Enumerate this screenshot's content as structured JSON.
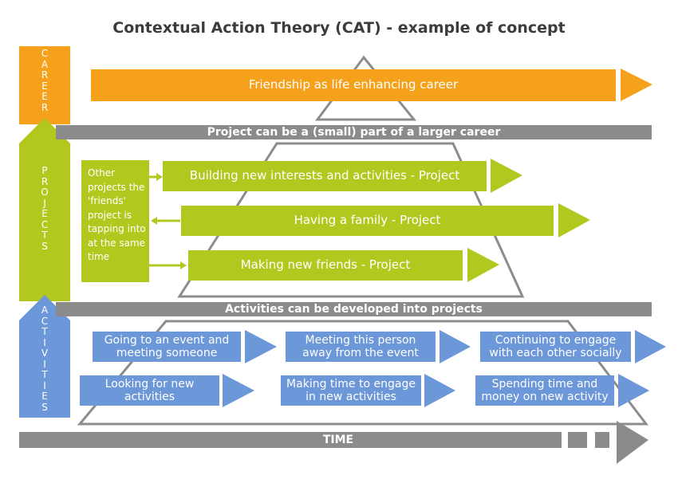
{
  "title": "Contextual Action Theory (CAT) - example of concept",
  "colors": {
    "career": "#f5a11c",
    "projects": "#b2c81f",
    "activities": "#6c97d9",
    "band": "#8b8b8b",
    "outline": "#8c8c8c"
  },
  "levels": {
    "career": [
      "C",
      "A",
      "R",
      "E",
      "E",
      "R"
    ],
    "projects": [
      "P",
      "R",
      "O",
      "J",
      "E",
      "C",
      "T",
      "S"
    ],
    "activities": [
      "A",
      "C",
      "T",
      "I",
      "V",
      "I",
      "T",
      "I",
      "E",
      "S"
    ]
  },
  "career_arrow": "Friendship as life enhancing career",
  "bands": {
    "projects_band": "Project can be a (small) part of a larger career",
    "activities_band": "Activities can be developed into projects"
  },
  "projects": [
    {
      "label": "Building new interests and activities - Project"
    },
    {
      "label": "Having a family - Project"
    },
    {
      "label": "Making new friends - Project"
    }
  ],
  "other_projects_note": "Other projects the 'friends' project is tapping into at the same time",
  "activities": [
    {
      "label": "Going to an event and meeting someone"
    },
    {
      "label": "Meeting this person away from the event"
    },
    {
      "label": "Continuing to engage with each other socially"
    },
    {
      "label": "Looking for new activities"
    },
    {
      "label": "Making time to engage in new activities"
    },
    {
      "label": "Spending time and money on new activity"
    }
  ],
  "time_label": "TIME"
}
